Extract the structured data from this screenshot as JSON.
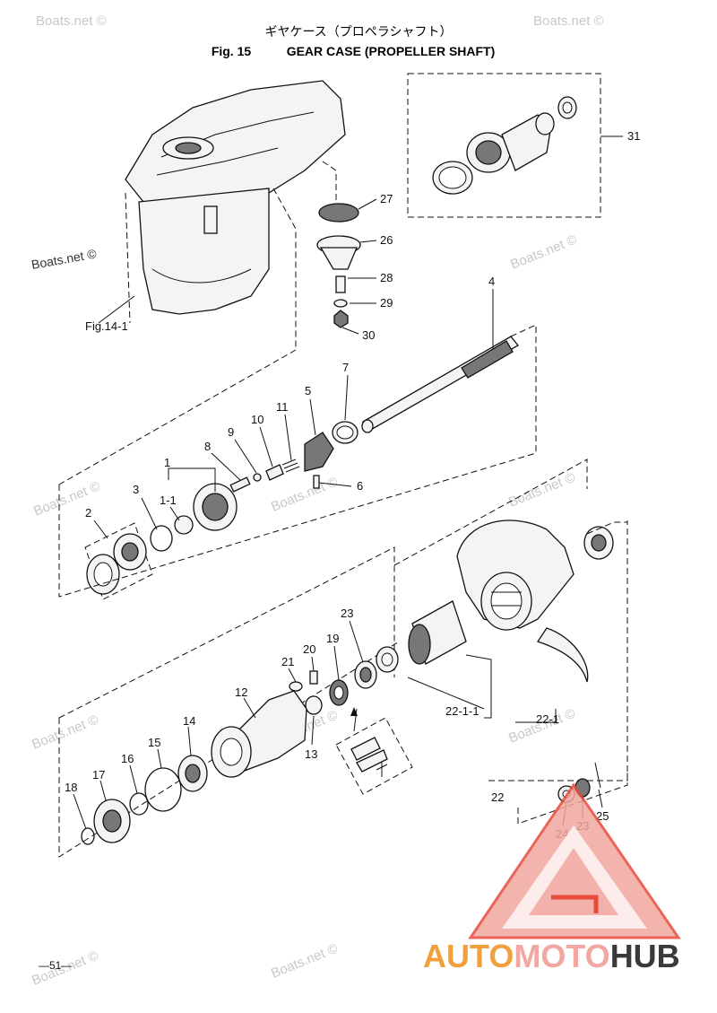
{
  "header": {
    "title_jp": "ギヤケース（プロペラシャフト）",
    "fig_label": "Fig. 15",
    "title_en": "GEAR CASE (PROPELLER SHAFT)"
  },
  "reference_label": "Fig.14-1",
  "callouts": {
    "c1": "1",
    "c1_1": "1-1",
    "c2": "2",
    "c3": "3",
    "c4": "4",
    "c5": "5",
    "c6": "6",
    "c7": "7",
    "c8": "8",
    "c9": "9",
    "c10": "10",
    "c11": "11",
    "c12": "12",
    "c13": "13",
    "c14": "14",
    "c15": "15",
    "c16": "16",
    "c17": "17",
    "c18": "18",
    "c19": "19",
    "c20": "20",
    "c21": "21",
    "c22": "22",
    "c22_1": "22-1",
    "c22_1_1": "22-1-1",
    "c23a": "23",
    "c23b": "23",
    "c24": "24",
    "c25": "25",
    "c26": "26",
    "c27": "27",
    "c28": "28",
    "c29": "29",
    "c30": "30",
    "c31": "31"
  },
  "watermark": "Boats.net ©",
  "watermark_strong": "Boats.net ©",
  "page_number": "—51—",
  "brand": {
    "part1": "AUTO",
    "part2": "MOTO",
    "part3": "HUB"
  },
  "colors": {
    "brand_orange": "#f0a03c",
    "brand_pink": "#f2a7a0",
    "brand_dark": "#3a3a3a",
    "logo_red": "#e84a3c"
  }
}
